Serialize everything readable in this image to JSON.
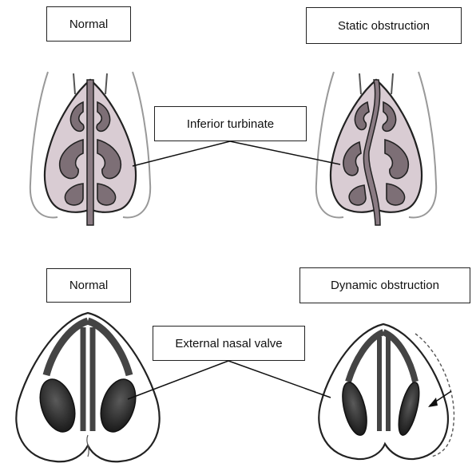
{
  "labels": {
    "normal_top": "Normal",
    "static_obstruction": "Static obstruction",
    "inferior_turbinate": "Inferior turbinate",
    "normal_bottom": "Normal",
    "dynamic_obstruction": "Dynamic obstruction",
    "external_nasal_valve": "External nasal valve"
  },
  "colors": {
    "tissue_fill": "#d9ccd3",
    "turbinate_fill": "#7d6f76",
    "outline": "#222222",
    "nostril_dark": "#2a2a2a",
    "nostril_mid": "#4a4a4a"
  }
}
